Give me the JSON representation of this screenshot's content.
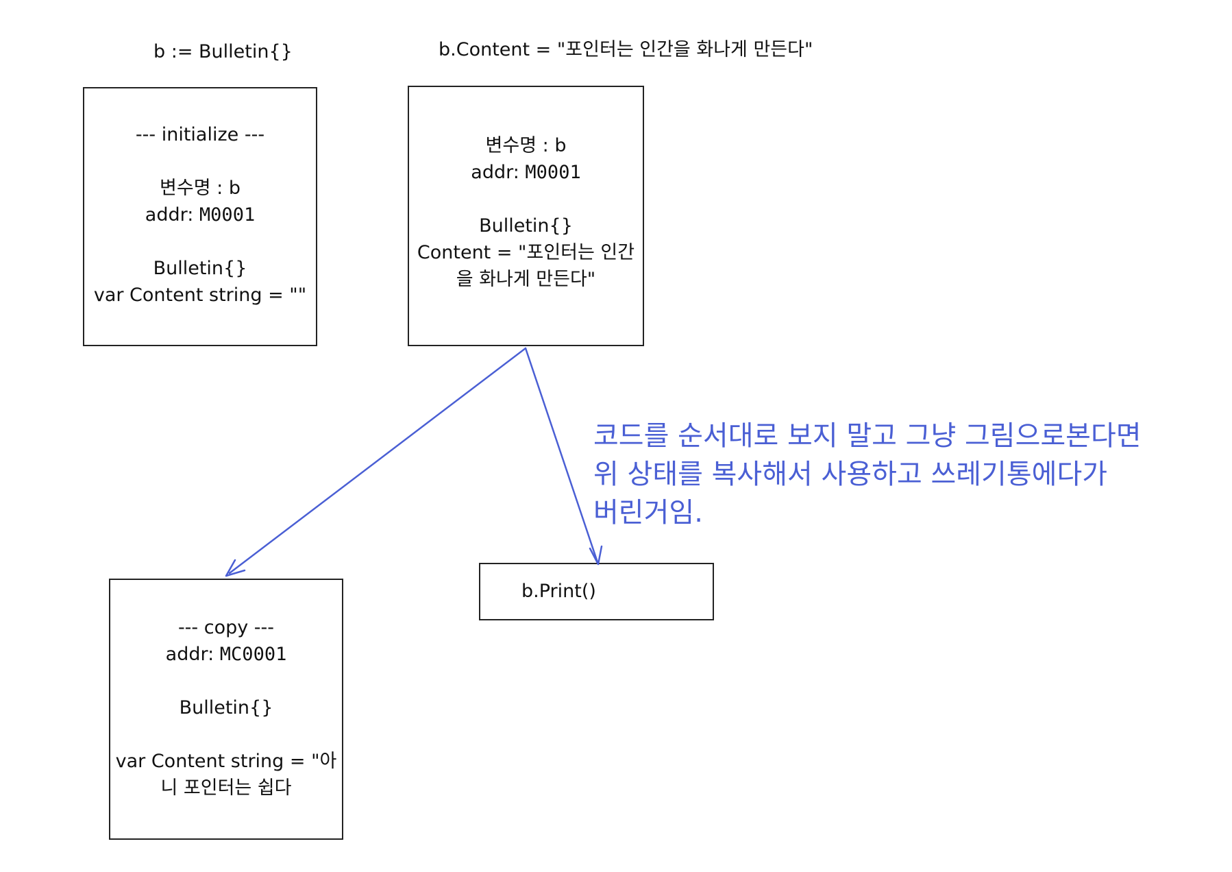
{
  "captions": {
    "left": "b := Bulletin{}",
    "right": "b.Content = \"포인터는 인간을 화나게 만든다\""
  },
  "init_box": {
    "header": "--- initialize ---",
    "varname": "변수명 : b",
    "addr_label": "addr: ",
    "addr": "M0001",
    "type": "Bulletin{}",
    "field": "var Content string = \"\""
  },
  "assign_box": {
    "varname": "변수명 : b",
    "addr_label": "addr: ",
    "addr": "M0001",
    "type": "Bulletin{}",
    "field": "Content = \"포인터는 인간을 화나게 만든다\""
  },
  "copy_box": {
    "header": "--- copy ---",
    "addr_label": "addr: ",
    "addr": "MC0001",
    "type": "Bulletin{}",
    "field": "var Content string = \"아니 포인터는 쉽다"
  },
  "print_box": {
    "label": "b.Print()"
  },
  "note": {
    "lines": [
      "코드를 순서대로 보지 말고 그냥 그림으로본다면",
      "위 상태를 복사해서 사용하고 쓰레기통에다가",
      "버린거임."
    ]
  },
  "colors": {
    "arrow": "#4a5fd4",
    "note": "#4a5fd4",
    "border": "#222222"
  }
}
